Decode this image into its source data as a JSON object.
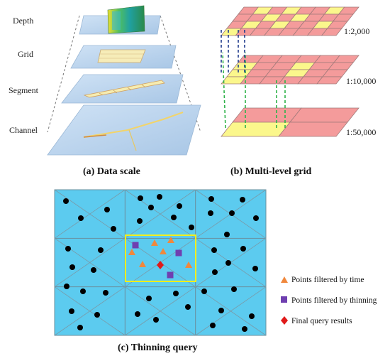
{
  "panel_a": {
    "caption": "(a) Data scale",
    "levels": [
      "Depth",
      "Grid",
      "Segment",
      "Channel"
    ]
  },
  "panel_b": {
    "caption": "(b) Multi-level grid",
    "scales": [
      "1:2,000",
      "1:10,000",
      "1:50,000"
    ]
  },
  "panel_c": {
    "caption": "(c) Thinning query",
    "legend": [
      {
        "label": "Points filtered by time",
        "shape": "triangle",
        "color": "#f0883c"
      },
      {
        "label": "Points filtered by thinning",
        "shape": "square",
        "color": "#6f3fb0"
      },
      {
        "label": "Final query results",
        "shape": "diamond",
        "color": "#e01a1a"
      }
    ]
  },
  "colors": {
    "sea": "#5ccbef",
    "grid_pink": "#f49b9b",
    "grid_yellow": "#fbf78c",
    "plane_blue": "#b9d3ec",
    "query_box": "#f3ee1c"
  }
}
